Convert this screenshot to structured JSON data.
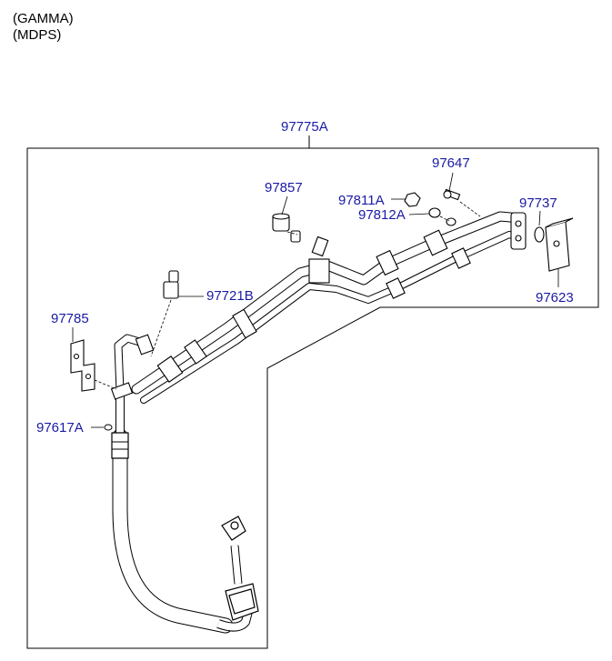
{
  "header": {
    "variants": [
      "(GAMMA)",
      "(MDPS)"
    ]
  },
  "colors": {
    "label": "#1a1aa6",
    "line": "#000000",
    "hose": "#ffffff"
  },
  "parts": {
    "assembly": "97775A",
    "p97647": "97647",
    "p97857": "97857",
    "p97811A": "97811A",
    "p97737": "97737",
    "p97812A": "97812A",
    "p97721B": "97721B",
    "p97623": "97623",
    "p97785": "97785",
    "p97617A": "97617A"
  }
}
